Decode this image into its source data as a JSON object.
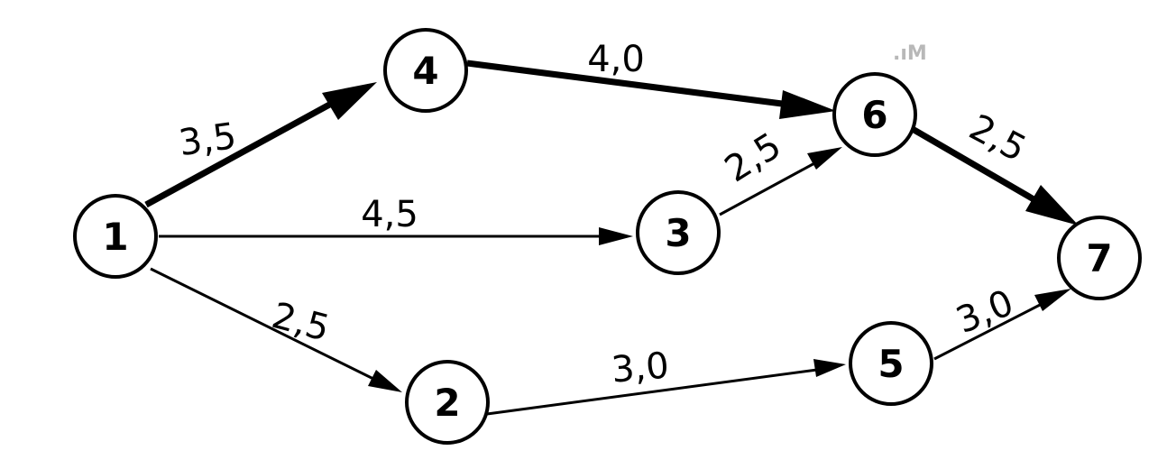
{
  "diagram": {
    "type": "activity-network",
    "nodes": [
      {
        "id": "n1",
        "label": "1"
      },
      {
        "id": "n2",
        "label": "2"
      },
      {
        "id": "n3",
        "label": "3"
      },
      {
        "id": "n4",
        "label": "4"
      },
      {
        "id": "n5",
        "label": "5"
      },
      {
        "id": "n6",
        "label": "6"
      },
      {
        "id": "n7",
        "label": "7"
      }
    ],
    "edges": [
      {
        "from": "1",
        "to": "4",
        "label": "3,5",
        "critical": true
      },
      {
        "from": "4",
        "to": "6",
        "label": "4,0",
        "critical": true
      },
      {
        "from": "6",
        "to": "7",
        "label": "2,5",
        "critical": true
      },
      {
        "from": "1",
        "to": "3",
        "label": "4,5",
        "critical": false
      },
      {
        "from": "3",
        "to": "6",
        "label": "2,5",
        "critical": false
      },
      {
        "from": "1",
        "to": "2",
        "label": "2,5",
        "critical": false
      },
      {
        "from": "2",
        "to": "5",
        "label": "3,0",
        "critical": false
      },
      {
        "from": "5",
        "to": "7",
        "label": "3,0",
        "critical": false
      }
    ],
    "colors": {
      "ink": "#000000",
      "background": "#ffffff"
    }
  }
}
